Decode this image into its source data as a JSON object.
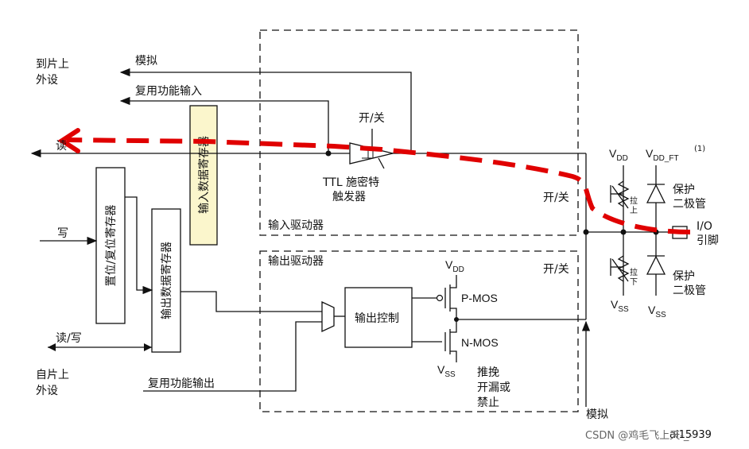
{
  "labels": {
    "to_chip_peripheral": "到片上\n外设",
    "from_chip_peripheral": "自片上\n外设",
    "analog_top": "模拟",
    "alt_func_input": "复用功能输入",
    "read": "读",
    "write": "写",
    "read_write": "读/写",
    "alt_func_output": "复用功能输出",
    "input_data_register": "输入数据寄存器",
    "bit_set_reset_register": "置位/复位寄存器",
    "output_data_register": "输出数据寄存器",
    "on_off_input": "开/关",
    "ttl_schmitt": "TTL 施密特\n触发器",
    "input_driver": "输入驱动器",
    "output_driver": "输出驱动器",
    "on_off_pull": "开/关",
    "on_off_output": "开/关",
    "output_control": "输出控制",
    "pmos": "P-MOS",
    "nmos": "N-MOS",
    "vdd": "V",
    "vdd_sub": "DD",
    "vss": "V",
    "vss_sub": "SS",
    "vdd_ft": "V",
    "vdd_ft_sub": "DD_FT",
    "footnote": "(1)",
    "pull_up": "拉\n上",
    "pull_down": "拉\n下",
    "protect_diode_top": "保护\n二极管",
    "protect_diode_bottom": "保护\n二极管",
    "io_pin": "I/O\n引脚",
    "push_pull_opendrain": "推挽\n开漏或\n禁止",
    "analog_bottom": "模拟",
    "figure_id": "ai15939",
    "watermark": "CSDN @鸡毛飞上天-_-"
  },
  "colors": {
    "line": "#111111",
    "highlight_path": "#e00000",
    "input_register_fill": "#fbf6cc"
  }
}
